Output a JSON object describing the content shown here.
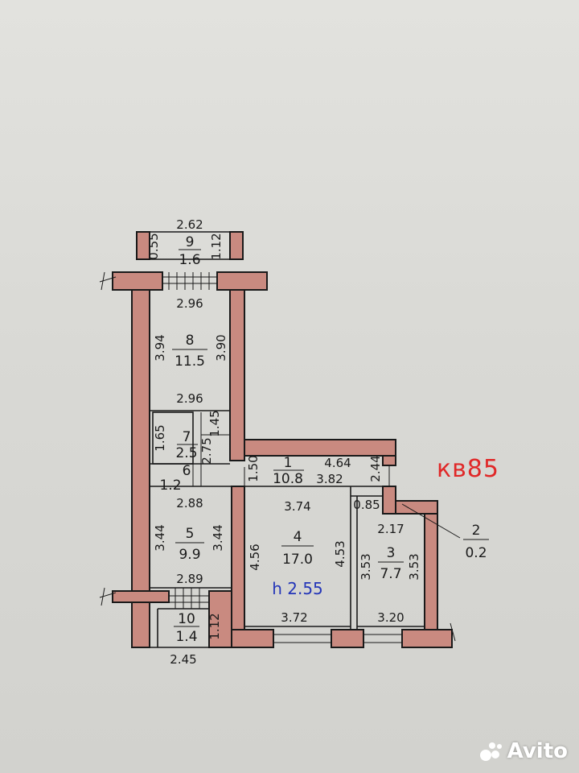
{
  "apartment_label": "кв85",
  "ceiling_height": "h 2.55",
  "rooms": [
    {
      "number": "9",
      "area": "1.6"
    },
    {
      "number": "8",
      "area": "11.5"
    },
    {
      "number": "7",
      "area": "2.5"
    },
    {
      "number": "6",
      "area": "1.2"
    },
    {
      "number": "5",
      "area": "9.9"
    },
    {
      "number": "10",
      "area": "1.4"
    },
    {
      "number": "1",
      "area": "10.8"
    },
    {
      "number": "4",
      "area": "17.0"
    },
    {
      "number": "3",
      "area": "7.7"
    },
    {
      "number": "2",
      "area": "0.2"
    }
  ],
  "dimensions": {
    "room9_width": "2.62",
    "room9_left": "0.55",
    "room9_right": "1.12",
    "room8_top": "2.96",
    "room8_left": "3.94",
    "room8_right": "3.90",
    "room8_bottom": "2.96",
    "room7_left": "1.65",
    "room7_right": "1.45",
    "room7_side": "2.75",
    "room1_left": "1.50",
    "room1_top": "4.64",
    "room1_right": "2.44",
    "room1_bottom": "3.82",
    "room5_top": "2.88",
    "room5_left": "3.44",
    "room5_right": "3.44",
    "room5_bottom": "2.89",
    "room4_top": "3.74",
    "room4_left": "4.56",
    "room4_right": "4.53",
    "room4_bottom": "3.72",
    "room3_notch": "0.85",
    "room3_top": "2.17",
    "room3_left": "3.53",
    "room3_right": "3.53",
    "room3_bottom": "3.20",
    "room10_right": "1.12",
    "room10_bottom": "2.45"
  },
  "watermark": "Avito"
}
